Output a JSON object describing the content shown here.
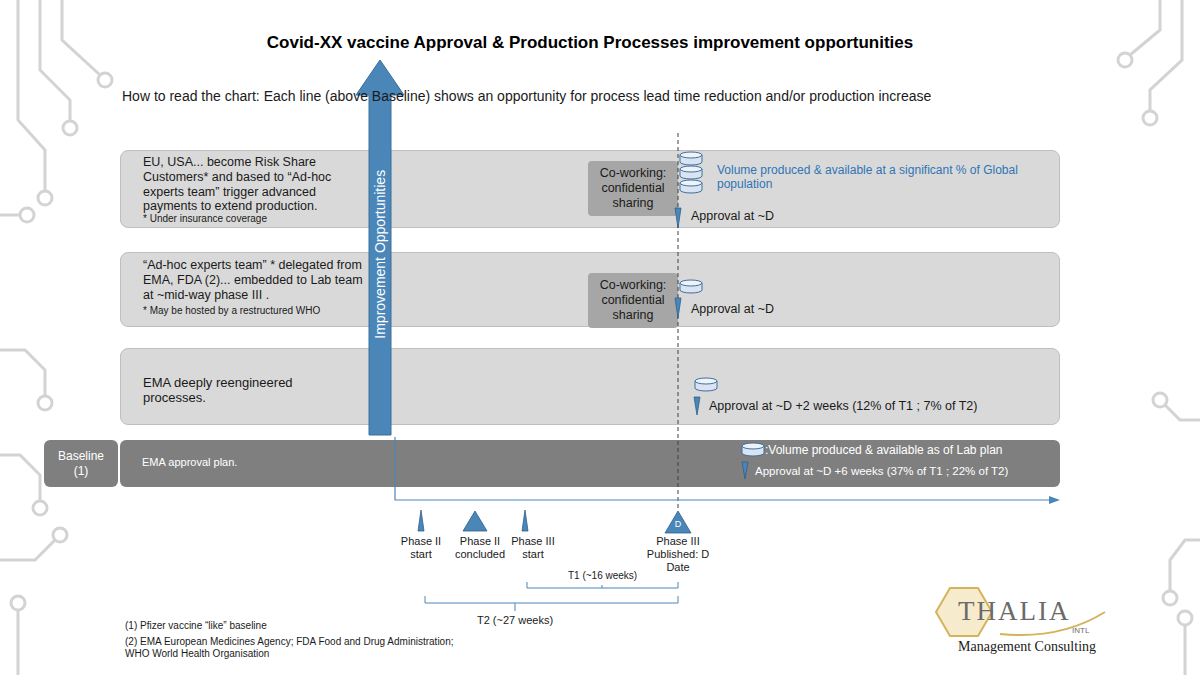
{
  "diagram": {
    "title": "Covid-XX vaccine Approval & Production Processes improvement opportunities",
    "nodes": [
      {
        "text": [
          "EU, USA... become Risk Share Customers* and based to “Ad-hoc experts team” trigger advanced payments to extend production.",
          "* Under insurance coverage",
          "Volume produced & available at a significant % of Global population",
          "Approval at ~D"
        ]
      },
      {
        "text": [
          "Co-working: confidential sharing"
        ],
        "in": 0
      },
      {
        "text": [
          "“Ad-hoc experts team” * delegated from EMA, FDA (2)... embedded to Lab team at ~mid-way phase III .",
          "* May be hosted by a restructured WHO",
          "Approval at ~D"
        ]
      },
      {
        "text": [
          "Co-working: confidential sharing"
        ],
        "in": 2
      },
      {
        "text": [
          "EMA deeply reengineered processes.",
          "Approval at ~D +2 weeks (12% of T1 ; 7% of T2)"
        ]
      },
      {
        "text": [
          "Baseline (1)"
        ]
      },
      {
        "text": [
          "EMA approval plan.",
          ":Volume produced & available as of Lab plan",
          "Approval at ~D +6 weeks (37% of T1 ; 22% of T2)"
        ]
      }
    ],
    "labels": [
      "How to read the chart: Each line (above Baseline) shows an opportunity for process lead time reduction and/or production increase",
      "Improvement Opportunities",
      "Phase II start",
      "Phase II concluded",
      "Phase III start",
      "D",
      "Phase III Published: D Date",
      "T1 (~16 weeks)",
      "T2 (~27 weeks)",
      "(1) Pfizer vaccine “like” baseline",
      "(2) EMA European Medicines Agency; FDA Food and Drug Administration; WHO World Health Organisation",
      "THALIA",
      "INTL",
      "Management Consulting"
    ]
  }
}
